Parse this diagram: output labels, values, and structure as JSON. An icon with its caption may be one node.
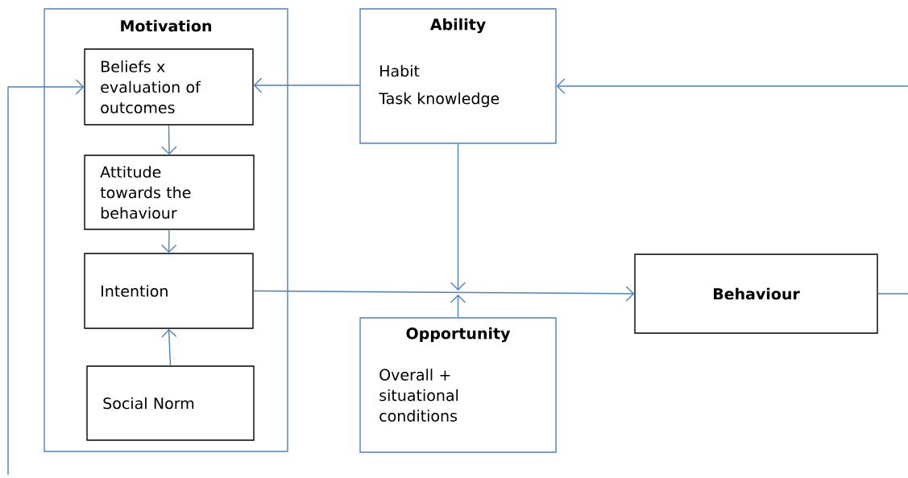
{
  "diagram": {
    "nodes": [
      {
        "text": [
          "Motivation"
        ]
      },
      {
        "text": [
          "Beliefs x evaluation of outcomes"
        ],
        "in": 0
      },
      {
        "text": [
          "Attitude towards the behaviour"
        ],
        "in": 0
      },
      {
        "text": [
          "Intention"
        ],
        "in": 0
      },
      {
        "text": [
          "Social Norm"
        ],
        "in": 0
      },
      {
        "text": [
          "Ability",
          "Habit",
          "Task knowledge"
        ]
      },
      {
        "text": [
          "Opportunity",
          "Overall + situational conditions"
        ]
      },
      {
        "text": [
          "Behaviour"
        ]
      }
    ],
    "edges": [
      {
        "from": 1,
        "to": 2,
        "arrow": "to"
      },
      {
        "from": 2,
        "to": 3,
        "arrow": "to"
      },
      {
        "from": 4,
        "to": 3,
        "arrow": "to"
      },
      {
        "from": 5,
        "to": 1,
        "arrow": "to"
      },
      {
        "from": 3,
        "to": 7,
        "arrow": "to"
      },
      {
        "from": 5,
        "to": null,
        "arrow": "to"
      },
      {
        "from": 6,
        "to": null,
        "arrow": "to"
      },
      {
        "from": 7,
        "to": null,
        "arrow": "none"
      },
      {
        "from": null,
        "to": 5,
        "arrow": "to"
      },
      {
        "from": null,
        "to": 1,
        "arrow": "to"
      }
    ]
  }
}
